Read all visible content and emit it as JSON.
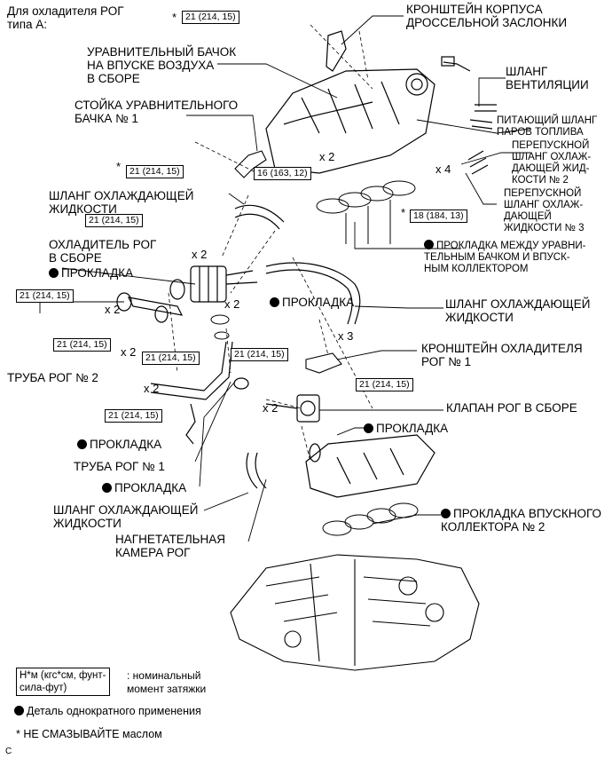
{
  "title": "Для охладителя РОГ\nтипа А:",
  "labels": {
    "throttle_bracket": "КРОНШТЕЙН КОРПУСА\nДРОССЕЛЬНОЙ ЗАСЛОНКИ",
    "plenum": "УРАВНИТЕЛЬНЫЙ БАЧОК\nНА ВПУСКЕ ВОЗДУХА\nВ СБОРЕ",
    "vent_hose": "ШЛАНГ\nВЕНТИЛЯЦИИ",
    "plenum_stay": "СТОЙКА УРАВНИТЕЛЬНОГО\nБАЧКА № 1",
    "fuel_vapor_hose": "ПИТАЮЩИЙ ШЛАНГ\nПАРОВ ТОПЛИВА",
    "bypass_hose_2": "ПЕРЕПУСКНОЙ\nШЛАНГ ОХЛАЖ-\nДАЮЩЕЙ ЖИД-\nКОСТИ № 2",
    "bypass_hose_3": "ПЕРЕПУСКНОЙ\nШЛАНГ ОХЛАЖ-\nДАЮЩЕЙ\nЖИДКОСТИ № 3",
    "coolant_hose_top": "ШЛАНГ ОХЛАЖДАЮЩЕЙ\nЖИДКОСТИ",
    "egr_cooler": "ОХЛАДИТЕЛЬ РОГ\nВ СБОРЕ",
    "gasket_1": "ПРОКЛАДКА",
    "plenum_gasket": "ПРОКЛАДКА МЕЖДУ УРАВНИ-\nТЕЛЬНЫМ БАЧКОМ И ВПУСК-\nНЫМ КОЛЛЕКТОРОМ",
    "gasket_2": "ПРОКЛАДКА",
    "coolant_hose_right": "ШЛАНГ ОХЛАЖДАЮЩЕЙ\nЖИДКОСТИ",
    "egr_pipe_2": "ТРУБА РОГ № 2",
    "egr_cooler_bracket": "КРОНШТЕЙН ОХЛАДИТЕЛЯ\nРОГ № 1",
    "egr_valve": "КЛАПАН РОГ В СБОРЕ",
    "gasket_3": "ПРОКЛАДКА",
    "gasket_4": "ПРОКЛАДКА",
    "egr_pipe_1": "ТРУБА РОГ № 1",
    "gasket_5": "ПРОКЛАДКА",
    "coolant_hose_bottom": "ШЛАНГ ОХЛАЖДАЮЩЕЙ\nЖИДКОСТИ",
    "intake_gasket_2": "ПРОКЛАДКА ВПУСКНОГО\nКОЛЛЕКТОРА № 2",
    "egr_plenum": "НАГНЕТАТЕЛЬНАЯ\nКАМЕРА РОГ"
  },
  "torque": {
    "t1": "21 (214, 15)",
    "t2": "21 (214, 15)",
    "t3": "16 (163, 12)",
    "t4": "18 (184, 13)",
    "t5": "21 (214, 15)",
    "t6": "21 (214, 15)",
    "t7": "21 (214, 15)",
    "t8": "21 (214, 15)",
    "t9": "21 (214, 15)",
    "t10": "21 (214, 15)",
    "t11": "21 (214, 15)"
  },
  "counts": {
    "c1": "x 2",
    "c2": "x 4",
    "c3": "x 2",
    "c4": "x 2",
    "c5": "x 2",
    "c6": "x 2",
    "c7": "x 3",
    "c8": "x 2",
    "c9": "x 2"
  },
  "star": "*",
  "legend": {
    "unit_box": "Н*м (кгс*см, фунт-\nсила-фут)",
    "unit_text": ": номинальный\nмомент затяжки",
    "single_use": "Деталь однократного применения",
    "no_oil": "* НЕ СМАЗЫВАЙТЕ маслом"
  },
  "code": "C"
}
